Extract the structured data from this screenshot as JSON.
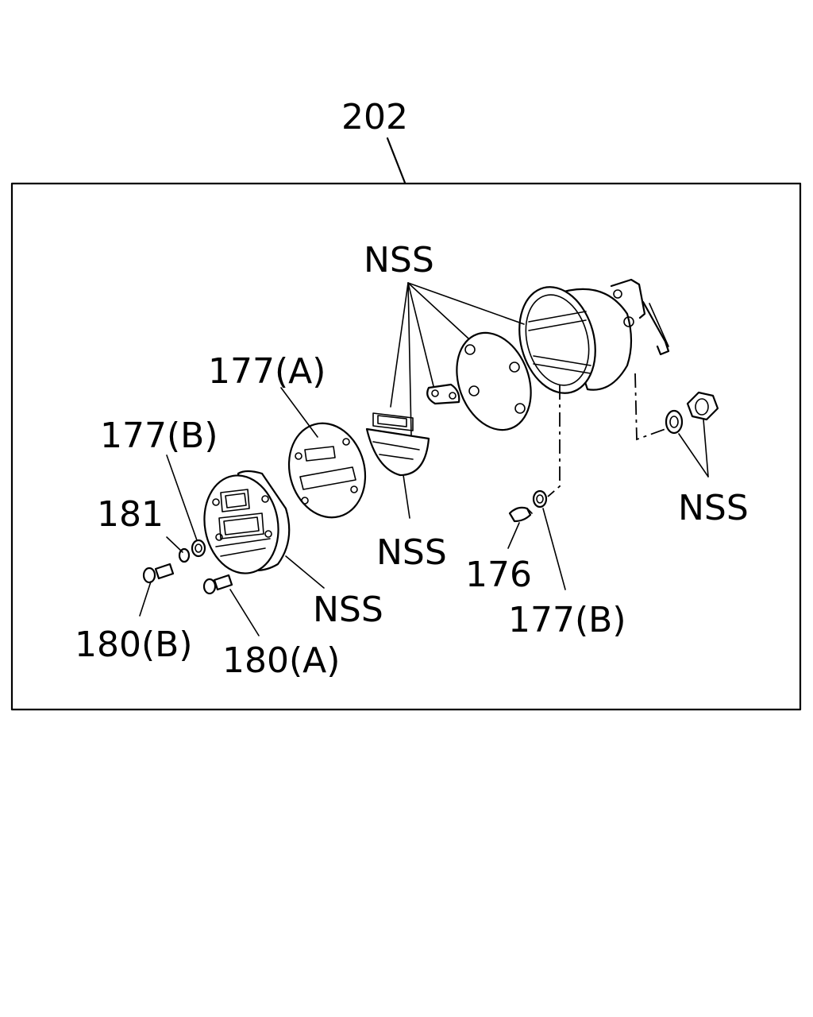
{
  "assembly_label": "202",
  "callouts": {
    "nss_top": "NSS",
    "nss_middle": "NSS",
    "nss_lower": "NSS",
    "nss_right": "NSS",
    "part_177a": "177(A)",
    "part_177b_left": "177(B)",
    "part_181": "181",
    "part_180b": "180(B)",
    "part_180a": "180(A)",
    "part_176": "176",
    "part_177b_right": "177(B)"
  }
}
